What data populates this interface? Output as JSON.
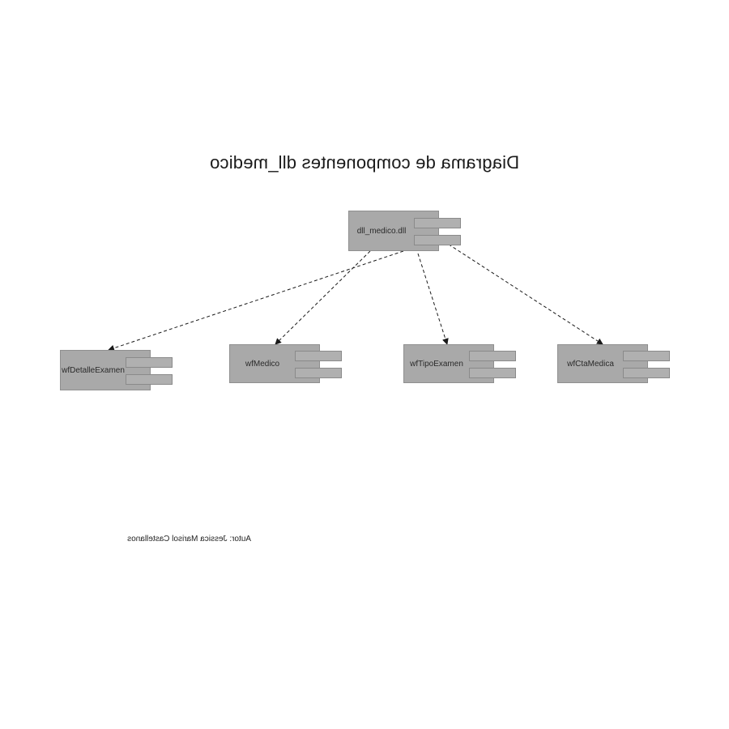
{
  "diagram": {
    "title": "Diagrama de componentes dll_medico",
    "author": "Autor: Jessica Marisol Castellanos",
    "root": {
      "id": "root",
      "label": "dll_medico.dll"
    },
    "components": [
      {
        "id": "c1",
        "label": "wfDetalleExamen"
      },
      {
        "id": "c2",
        "label": "wfMedico"
      },
      {
        "id": "c3",
        "label": "wfTipoExamen"
      },
      {
        "id": "c4",
        "label": "wfCtaMedica"
      }
    ],
    "edges": [
      {
        "from": "root",
        "to": "c1"
      },
      {
        "from": "root",
        "to": "c2"
      },
      {
        "from": "root",
        "to": "c3"
      },
      {
        "from": "root",
        "to": "c4"
      }
    ],
    "colors": {
      "box": "#a9a9a9",
      "border": "#8f8f8f",
      "edge": "#1a1a1a"
    }
  }
}
